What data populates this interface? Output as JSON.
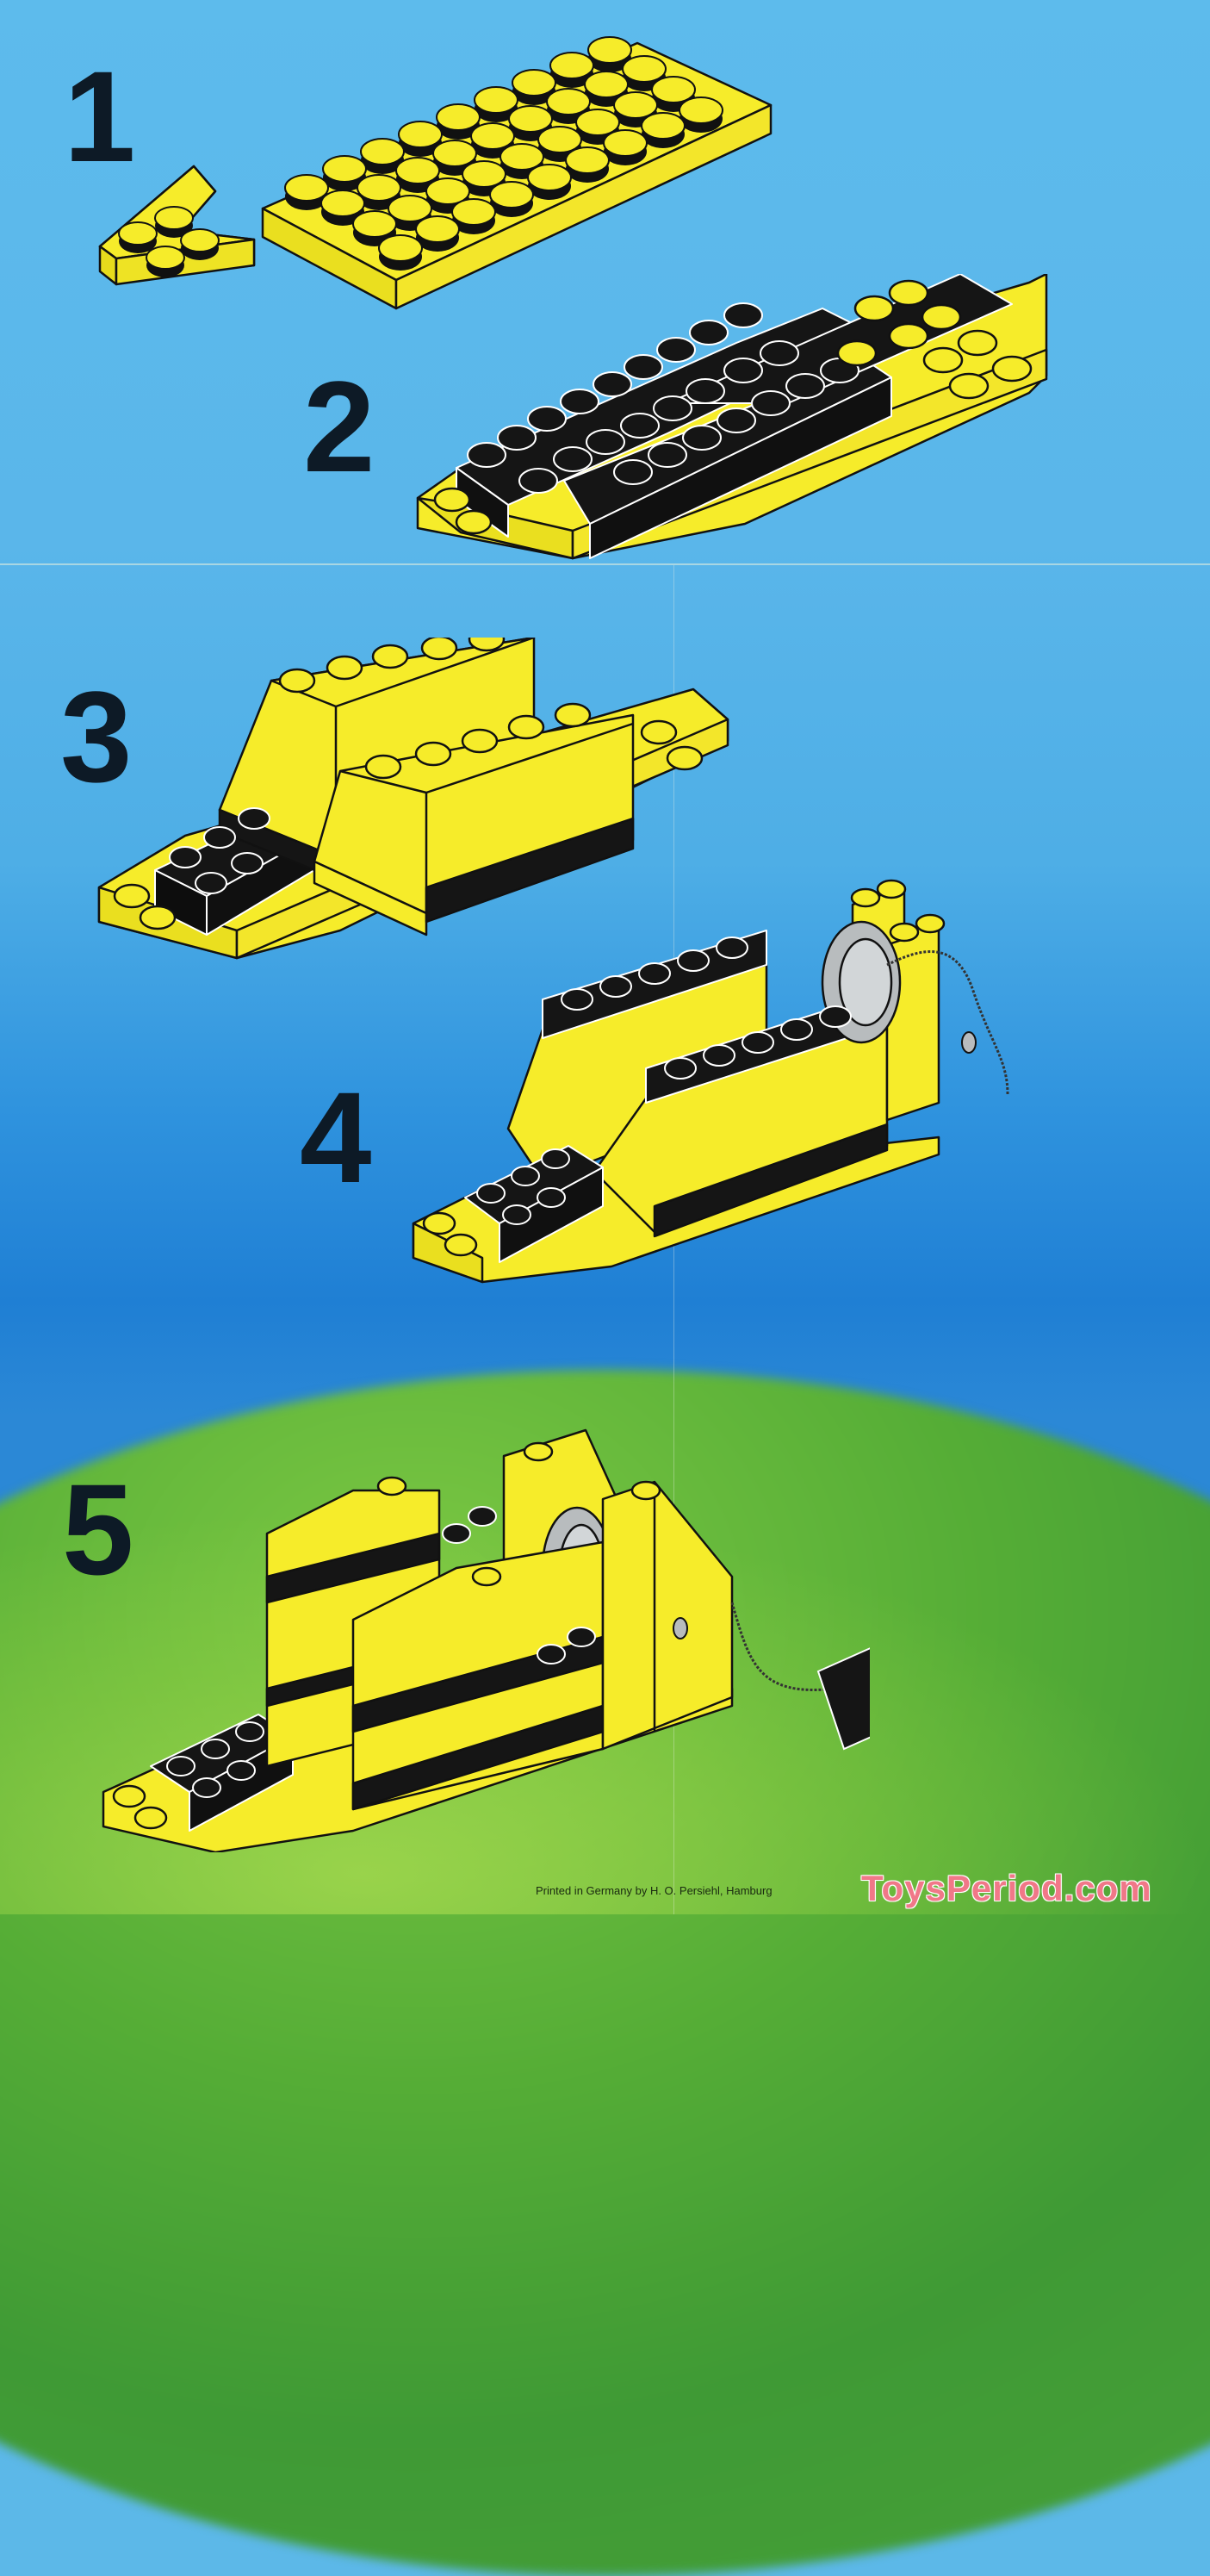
{
  "page": {
    "type": "building-instructions",
    "colors": {
      "sky_top": "#5dbbec",
      "sky_deep": "#1f7fd4",
      "grass": "#55ad36",
      "brick_yellow": "#f6ec2a",
      "brick_black": "#151515",
      "outline": "#111111",
      "pulley_gray": "#b8bcbe",
      "step_number": "#0d1a26",
      "watermark": "#f07888"
    }
  },
  "steps": [
    {
      "number": "1",
      "description": "Yellow 6x10 plate and yellow wedge plate bow piece"
    },
    {
      "number": "2",
      "description": "Black plates and bricks added on yellow hull base"
    },
    {
      "number": "3",
      "description": "Two yellow slope-brick walls added on hull"
    },
    {
      "number": "4",
      "description": "Black bricks, winch block with gray pulley wheel and string"
    },
    {
      "number": "5",
      "description": "Completed boat with yellow slopes and black hook on string"
    }
  ],
  "footer": {
    "printer_credit": "Printed in Germany by H. O. Persiehl, Hamburg",
    "watermark": "ToysPeriod.com"
  }
}
